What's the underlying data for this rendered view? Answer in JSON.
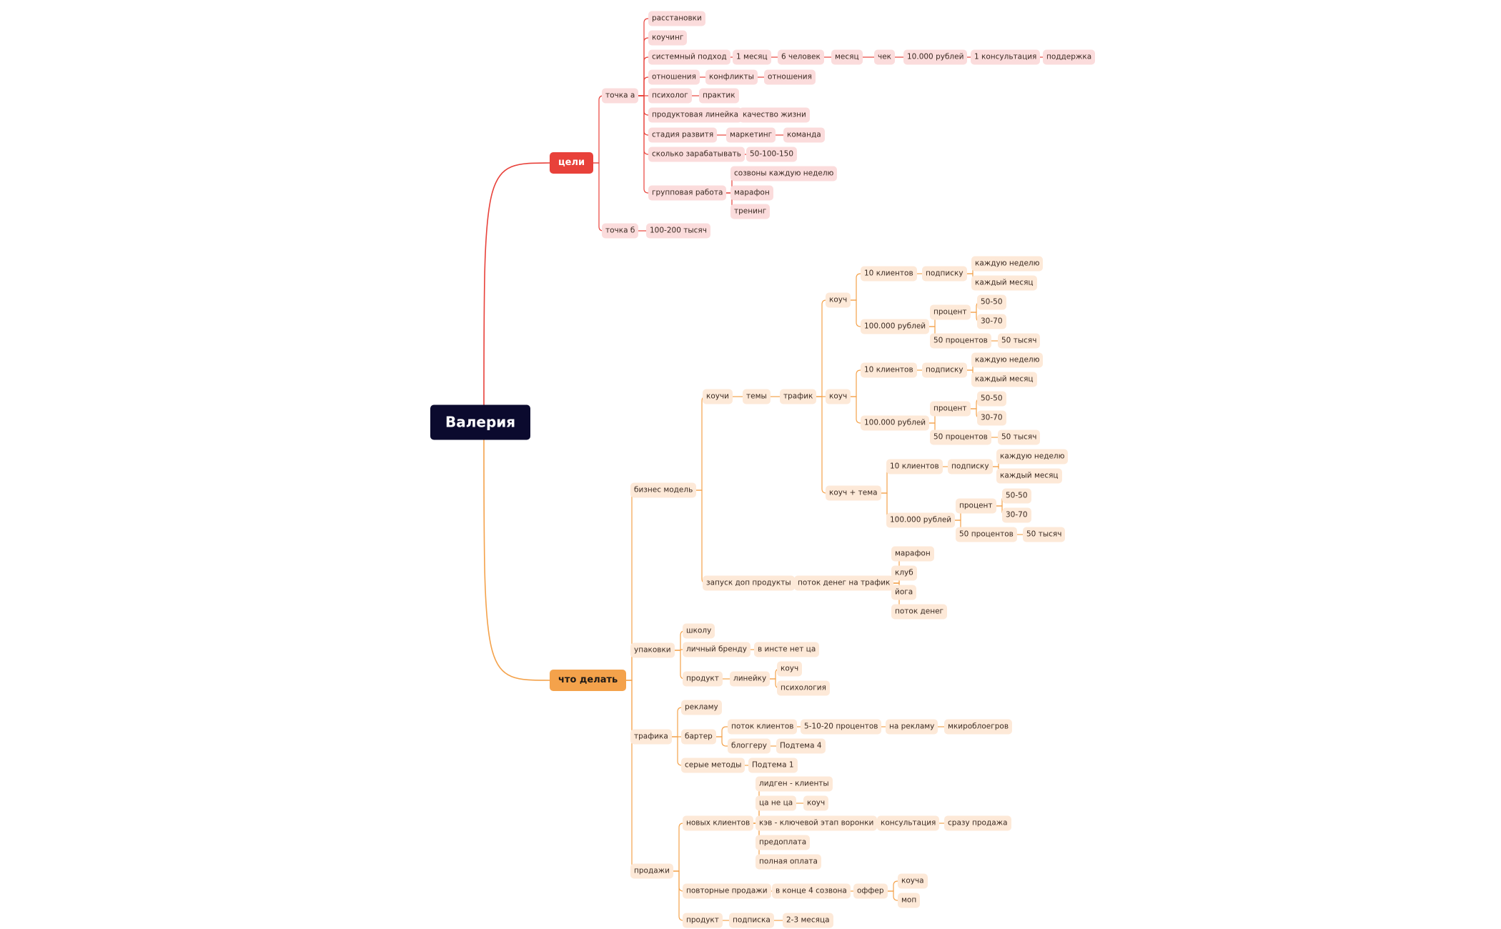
{
  "colors": {
    "root_bg": "#0b0a2e",
    "red_branch": "#e8413a",
    "orange_branch": "#f4a24b",
    "pink_node": "#fbdcdc",
    "peach_node": "#fde9d8"
  },
  "root": {
    "label": "Валерия",
    "children": [
      {
        "label": "цели",
        "children": [
          {
            "label": "точка а",
            "children": [
              {
                "label": "расстановки"
              },
              {
                "label": "коучинг"
              },
              {
                "label": "системный подход",
                "children": [
                  {
                    "label": "1 месяц",
                    "children": [
                      {
                        "label": "6 человек",
                        "children": [
                          {
                            "label": "месяц",
                            "children": [
                              {
                                "label": "чек",
                                "children": [
                                  {
                                    "label": "10.000 рублей",
                                    "children": [
                                      {
                                        "label": "1 консультация",
                                        "children": [
                                          {
                                            "label": "поддержка"
                                          }
                                        ]
                                      }
                                    ]
                                  }
                                ]
                              }
                            ]
                          }
                        ]
                      }
                    ]
                  }
                ]
              },
              {
                "label": "отношения",
                "children": [
                  {
                    "label": "конфликты",
                    "children": [
                      {
                        "label": "отношения"
                      }
                    ]
                  }
                ]
              },
              {
                "label": "психолог",
                "children": [
                  {
                    "label": "практик"
                  }
                ]
              },
              {
                "label": "продуктовая линейка",
                "children": [
                  {
                    "label": "качество жизни"
                  }
                ]
              },
              {
                "label": "стадия развитя",
                "children": [
                  {
                    "label": "маркетинг",
                    "children": [
                      {
                        "label": "команда"
                      }
                    ]
                  }
                ]
              },
              {
                "label": "сколько зарабатывать",
                "children": [
                  {
                    "label": "50-100-150"
                  }
                ]
              },
              {
                "label": "групповая работа",
                "children": [
                  {
                    "label": "созвоны каждую неделю"
                  },
                  {
                    "label": "марафон"
                  },
                  {
                    "label": "тренинг"
                  }
                ]
              }
            ]
          },
          {
            "label": "точка б",
            "children": [
              {
                "label": "100-200 тысяч"
              }
            ]
          }
        ]
      },
      {
        "label": "что делать",
        "children": [
          {
            "label": "бизнес модель",
            "children": [
              {
                "label": "коучи",
                "children": [
                  {
                    "label": "темы",
                    "children": [
                      {
                        "label": "трафик",
                        "children": [
                          {
                            "label": "коуч",
                            "children": [
                              {
                                "label": "10 клиентов",
                                "children": [
                                  {
                                    "label": "подписку",
                                    "children": [
                                      {
                                        "label": "каждую неделю"
                                      },
                                      {
                                        "label": "каждый месяц"
                                      }
                                    ]
                                  }
                                ]
                              },
                              {
                                "label": "100.000 рублей",
                                "children": [
                                  {
                                    "label": "процент",
                                    "children": [
                                      {
                                        "label": "50-50"
                                      },
                                      {
                                        "label": "30-70"
                                      }
                                    ]
                                  },
                                  {
                                    "label": "50 процентов",
                                    "children": [
                                      {
                                        "label": "50 тысяч"
                                      }
                                    ]
                                  }
                                ]
                              }
                            ]
                          },
                          {
                            "label": "коуч",
                            "children": [
                              {
                                "label": "10 клиентов",
                                "children": [
                                  {
                                    "label": "подписку",
                                    "children": [
                                      {
                                        "label": "каждую неделю"
                                      },
                                      {
                                        "label": "каждый месяц"
                                      }
                                    ]
                                  }
                                ]
                              },
                              {
                                "label": "100.000 рублей",
                                "children": [
                                  {
                                    "label": "процент",
                                    "children": [
                                      {
                                        "label": "50-50"
                                      },
                                      {
                                        "label": "30-70"
                                      }
                                    ]
                                  },
                                  {
                                    "label": "50 процентов",
                                    "children": [
                                      {
                                        "label": "50 тысяч"
                                      }
                                    ]
                                  }
                                ]
                              }
                            ]
                          },
                          {
                            "label": "коуч + тема",
                            "children": [
                              {
                                "label": "10 клиентов",
                                "children": [
                                  {
                                    "label": "подписку",
                                    "children": [
                                      {
                                        "label": "каждую неделю"
                                      },
                                      {
                                        "label": "каждый месяц"
                                      }
                                    ]
                                  }
                                ]
                              },
                              {
                                "label": "100.000 рублей",
                                "children": [
                                  {
                                    "label": "процент",
                                    "children": [
                                      {
                                        "label": "50-50"
                                      },
                                      {
                                        "label": "30-70"
                                      }
                                    ]
                                  },
                                  {
                                    "label": "50 процентов",
                                    "children": [
                                      {
                                        "label": "50 тысяч"
                                      }
                                    ]
                                  }
                                ]
                              }
                            ]
                          }
                        ]
                      }
                    ]
                  }
                ]
              },
              {
                "label": "запуск доп продукты",
                "children": [
                  {
                    "label": "поток денег на трафик",
                    "children": [
                      {
                        "label": "марафон"
                      },
                      {
                        "label": "клуб"
                      },
                      {
                        "label": "йога"
                      },
                      {
                        "label": "поток денег"
                      }
                    ]
                  }
                ]
              }
            ]
          },
          {
            "label": "упаковки",
            "children": [
              {
                "label": "школу"
              },
              {
                "label": "личный бренду",
                "children": [
                  {
                    "label": "в инсте нет ца"
                  }
                ]
              },
              {
                "label": "продукт",
                "children": [
                  {
                    "label": "линейку",
                    "children": [
                      {
                        "label": "коуч"
                      },
                      {
                        "label": "психология"
                      }
                    ]
                  }
                ]
              }
            ]
          },
          {
            "label": "трафика",
            "children": [
              {
                "label": "рекламу"
              },
              {
                "label": "бартер",
                "children": [
                  {
                    "label": "поток клиентов",
                    "children": [
                      {
                        "label": "5-10-20 процентов",
                        "children": [
                          {
                            "label": "на рекламу",
                            "children": [
                              {
                                "label": "мкироблоегров"
                              }
                            ]
                          }
                        ]
                      }
                    ]
                  },
                  {
                    "label": "блоггеру",
                    "children": [
                      {
                        "label": "Подтема 4"
                      }
                    ]
                  }
                ]
              },
              {
                "label": "серые методы",
                "children": [
                  {
                    "label": "Подтема 1"
                  }
                ]
              }
            ]
          },
          {
            "label": "продажи",
            "children": [
              {
                "label": "новых клиентов",
                "children": [
                  {
                    "label": "лидген - клиенты"
                  },
                  {
                    "label": "ца не ца",
                    "children": [
                      {
                        "label": "коуч"
                      }
                    ]
                  },
                  {
                    "label": "кэв - ключевой этап воронки",
                    "children": [
                      {
                        "label": "консультация",
                        "children": [
                          {
                            "label": "сразу продажа"
                          }
                        ]
                      }
                    ]
                  },
                  {
                    "label": "предоплата"
                  },
                  {
                    "label": "полная оплата"
                  }
                ]
              },
              {
                "label": "повторные продажи",
                "children": [
                  {
                    "label": "в конце 4 созвона",
                    "children": [
                      {
                        "label": "оффер",
                        "children": [
                          {
                            "label": "коуча"
                          },
                          {
                            "label": "моп"
                          }
                        ]
                      }
                    ]
                  }
                ]
              },
              {
                "label": "продукт",
                "children": [
                  {
                    "label": "подписка",
                    "children": [
                      {
                        "label": "2-3 месяца"
                      }
                    ]
                  }
                ]
              }
            ]
          }
        ]
      }
    ]
  }
}
